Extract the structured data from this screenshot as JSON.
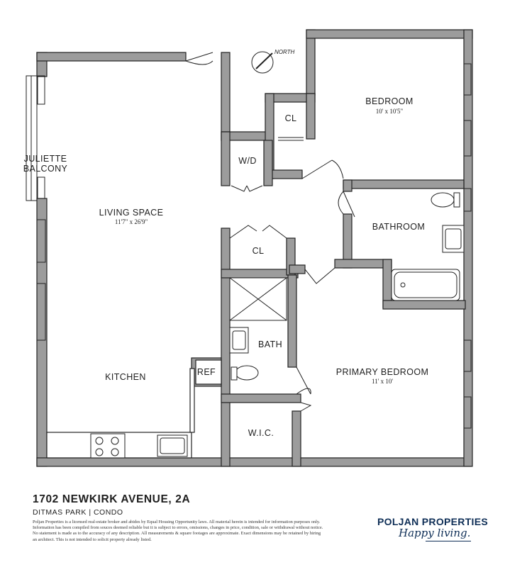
{
  "rooms": {
    "bedroom": {
      "name": "BEDROOM",
      "dims": "10' x 10'5\""
    },
    "closet_top": {
      "name": "CL"
    },
    "washer_dryer": {
      "name": "W/D"
    },
    "juliette": {
      "line1": "JULIETTE",
      "line2": "BALCONY"
    },
    "living": {
      "name": "LIVING SPACE",
      "dims": "11'7\" x 26'9\""
    },
    "bathroom": {
      "name": "BATHROOM"
    },
    "closet_mid": {
      "name": "CL"
    },
    "bath": {
      "name": "BATH"
    },
    "ref": {
      "name": "REF"
    },
    "kitchen": {
      "name": "KITCHEN"
    },
    "primary": {
      "name": "PRIMARY BEDROOM",
      "dims": "11' x 10'"
    },
    "wic": {
      "name": "W.I.C."
    }
  },
  "compass": {
    "label": "NORTH"
  },
  "listing": {
    "address": "1702 NEWKIRK AVENUE, 2A",
    "subtitle": "DITMAS PARK |  CONDO",
    "disclaimer": "Poljan Properties is a licensed real-estate broker and abides by Equal Housing Opportunity laws. All material herein is intended for information purposes only. Information has been compiled from souces deemed reliable but it is subject to errors, omissions, changes in price, condition, sale or withdrawal without notice. No statement is made as to the accuracy of any description. All measurements & square footages are approximate. Exact dimensions may be retained by hiring an architect. This is not intended to solicit property already listed."
  },
  "brand": {
    "name": "POLJAN PROPERTIES",
    "tagline": "Happy living."
  },
  "colors": {
    "wall": "#9c9c9c",
    "wall_outline": "#222222",
    "brand_navy": "#0f2f57"
  }
}
